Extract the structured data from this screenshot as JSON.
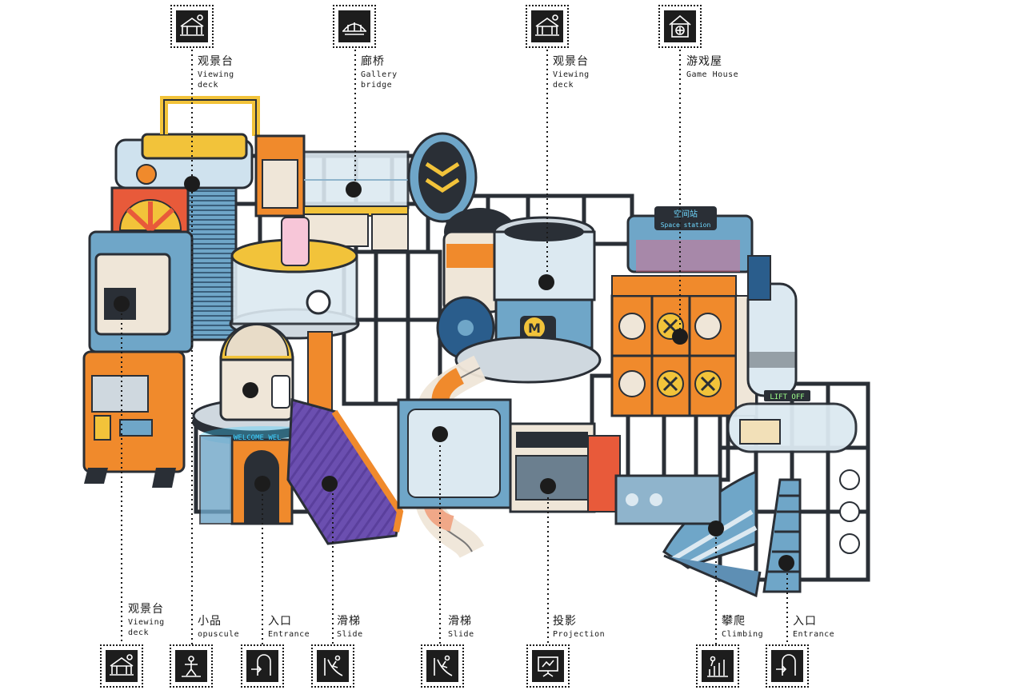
{
  "callouts_top": [
    {
      "cn": "观景台",
      "en1": "Viewing",
      "en2": "deck",
      "icon": "viewing-deck-icon"
    },
    {
      "cn": "廊桥",
      "en1": "Gallery",
      "en2": "bridge",
      "icon": "gallery-bridge-icon"
    },
    {
      "cn": "观景台",
      "en1": "Viewing",
      "en2": "deck",
      "icon": "viewing-deck-icon"
    },
    {
      "cn": "游戏屋",
      "en1": "Game House",
      "en2": "",
      "icon": "game-house-icon"
    }
  ],
  "callouts_bottom": [
    {
      "cn": "观景台",
      "en1": "Viewing",
      "en2": "deck",
      "icon": "viewing-deck-icon"
    },
    {
      "cn": "小品",
      "en1": "opuscule",
      "en2": "",
      "icon": "opuscule-icon"
    },
    {
      "cn": "入口",
      "en1": "Entrance",
      "en2": "",
      "icon": "entrance-icon"
    },
    {
      "cn": "滑梯",
      "en1": "Slide",
      "en2": "",
      "icon": "slide-icon"
    },
    {
      "cn": "滑梯",
      "en1": "Slide",
      "en2": "",
      "icon": "slide-icon"
    },
    {
      "cn": "投影",
      "en1": "Projection",
      "en2": "",
      "icon": "projection-icon"
    },
    {
      "cn": "攀爬",
      "en1": "Climbing",
      "en2": "",
      "icon": "climbing-icon"
    },
    {
      "cn": "入口",
      "en1": "Entrance",
      "en2": "",
      "icon": "entrance-icon"
    }
  ],
  "signs": {
    "space_station_cn": "空间站",
    "space_station_en": "Space station",
    "lift_off": "LIFT OFF",
    "welcome": "WELCOME WEL",
    "m_badge": "M"
  },
  "colors": {
    "orange": "#f08a2c",
    "steel_blue": "#6fa6c8",
    "dark_frame": "#2a2f36",
    "purple_slide": "#6b4fb0",
    "yellow": "#f2c33a",
    "cream": "#efe6d8",
    "icon_bg": "#1d1d1d"
  }
}
